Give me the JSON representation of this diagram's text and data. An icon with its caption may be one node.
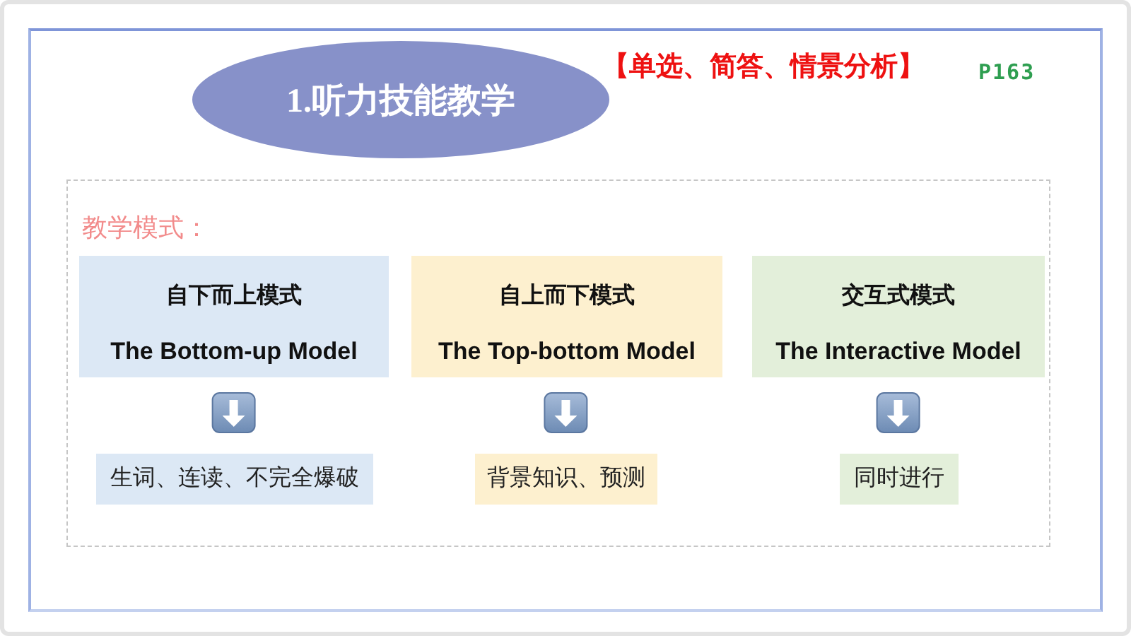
{
  "diagram": {
    "nodes": [
      {
        "text": [
          "1.听力技能教学"
        ]
      },
      {
        "text": [
          "教学模式："
        ]
      },
      {
        "text": [
          "自下而上模式",
          "The Bottom-up Model"
        ],
        "in": 1
      },
      {
        "text": [
          "自上而下模式",
          "The Top-bottom Model"
        ],
        "in": 1
      },
      {
        "text": [
          "交互式模式",
          "The Interactive Model"
        ],
        "in": 1
      },
      {
        "text": [
          "生词、连读、不完全爆破"
        ],
        "in": 1
      },
      {
        "text": [
          "背景知识、预测"
        ],
        "in": 1
      },
      {
        "text": [
          "同时进行"
        ],
        "in": 1
      }
    ],
    "edges": [
      {
        "from": 2,
        "to": 5,
        "arrow": "to"
      },
      {
        "from": 3,
        "to": 6,
        "arrow": "to"
      },
      {
        "from": 4,
        "to": 7,
        "arrow": "to"
      }
    ],
    "labels": [
      "【单选、简答、情景分析】",
      "P163"
    ]
  }
}
